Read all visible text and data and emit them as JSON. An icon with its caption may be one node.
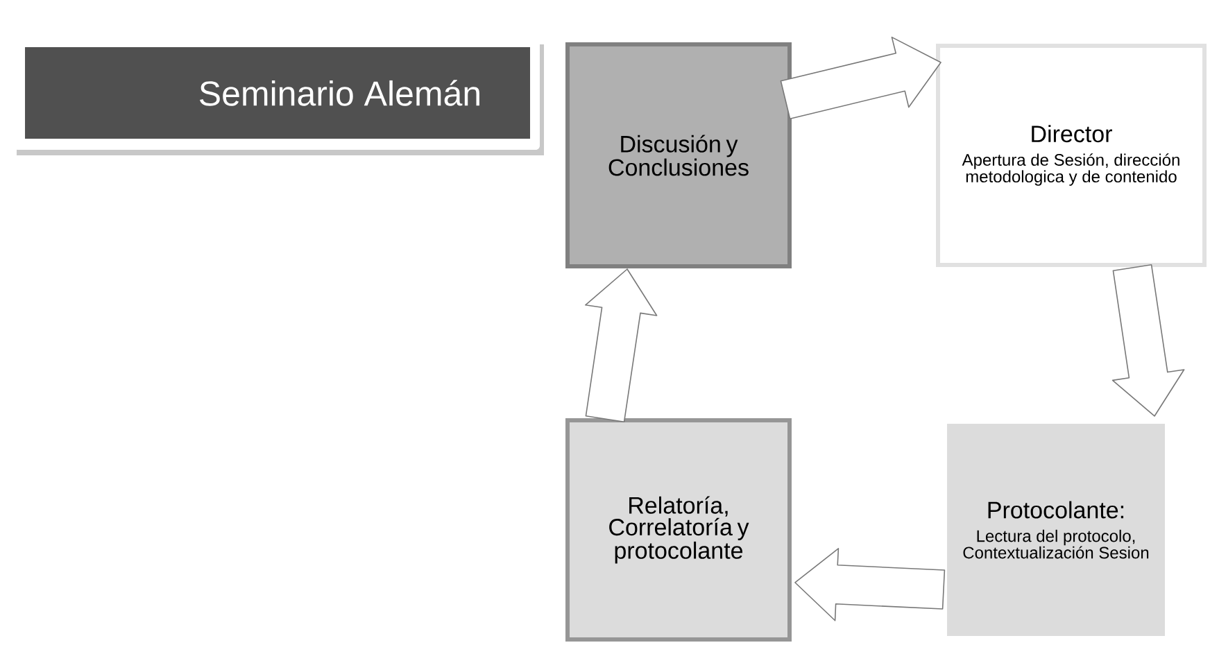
{
  "diagram": {
    "nodes": [
      {
        "text": [
          "Seminario Alemán"
        ]
      },
      {
        "text": [
          "Discusión y Conclusiones"
        ]
      },
      {
        "text": [
          "Director",
          "Apertura de Sesión, dirección metodologica y de contenido"
        ]
      },
      {
        "text": [
          "Protocolante:",
          "Lectura del protocolo, Contextualización Sesion"
        ]
      },
      {
        "text": [
          "Relatoría, Correlatoría y protocolante"
        ]
      }
    ],
    "edges": [
      {
        "from": 1,
        "to": 2,
        "arrow": "to"
      },
      {
        "from": 2,
        "to": 3,
        "arrow": "to"
      },
      {
        "from": 3,
        "to": 4,
        "arrow": "to"
      },
      {
        "from": 4,
        "to": 1,
        "arrow": "to"
      }
    ]
  }
}
